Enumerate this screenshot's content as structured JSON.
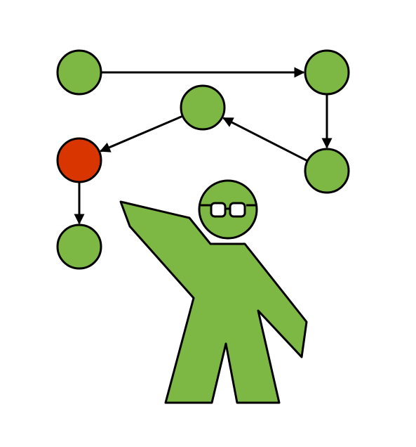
{
  "colors": {
    "background": "#ffffff",
    "node_fill": "#7cb843",
    "highlight_fill": "#d93500",
    "stroke": "#000000",
    "figure_fill": "#7cb843",
    "glasses_fill": "#ffffff"
  },
  "diagram": {
    "nodes": [
      {
        "id": "n-top-left",
        "highlighted": false
      },
      {
        "id": "n-top-right",
        "highlighted": false
      },
      {
        "id": "n-middle",
        "highlighted": false
      },
      {
        "id": "n-right",
        "highlighted": false
      },
      {
        "id": "n-left-red",
        "highlighted": true
      },
      {
        "id": "n-bottom",
        "highlighted": false
      }
    ],
    "edges": [
      {
        "from": "n-top-left",
        "to": "n-top-right"
      },
      {
        "from": "n-top-right",
        "to": "n-right"
      },
      {
        "from": "n-right",
        "to": "n-middle"
      },
      {
        "from": "n-middle",
        "to": "n-left-red"
      },
      {
        "from": "n-left-red",
        "to": "n-bottom"
      }
    ],
    "figure": {
      "icon": "person-pointing-icon",
      "wears": "glasses-icon"
    }
  }
}
